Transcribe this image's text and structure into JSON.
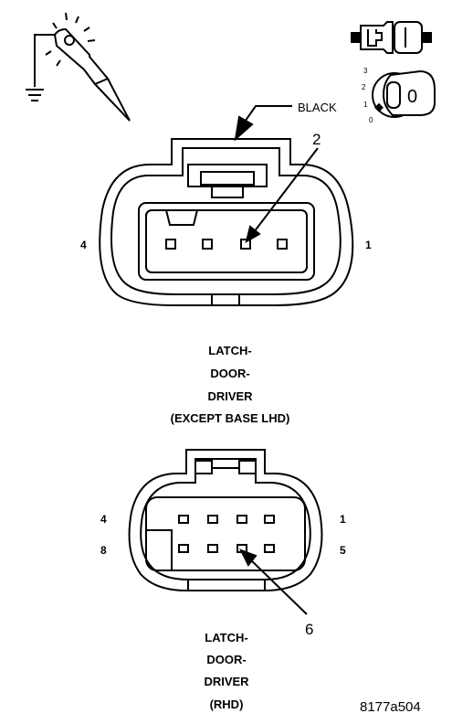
{
  "connector_top": {
    "color_label": "BLACK",
    "callout_pin": "2",
    "pin_left": "4",
    "pin_right": "1",
    "title_lines": [
      "LATCH-",
      "DOOR-",
      "DRIVER",
      "(EXCEPT BASE LHD)"
    ]
  },
  "connector_bottom": {
    "callout_pin": "6",
    "pin_top_left": "4",
    "pin_top_right": "1",
    "pin_bottom_left": "8",
    "pin_bottom_right": "5",
    "title_lines": [
      "LATCH-",
      "DOOR-",
      "DRIVER",
      "(RHD)"
    ]
  },
  "ignition_switch": {
    "positions": [
      "3",
      "2",
      "1",
      "0"
    ],
    "key_label": "0"
  },
  "icons": [
    "ground-probe-icon",
    "connector-pair-icon",
    "ignition-key-icon"
  ],
  "figure_id": "8177a504"
}
